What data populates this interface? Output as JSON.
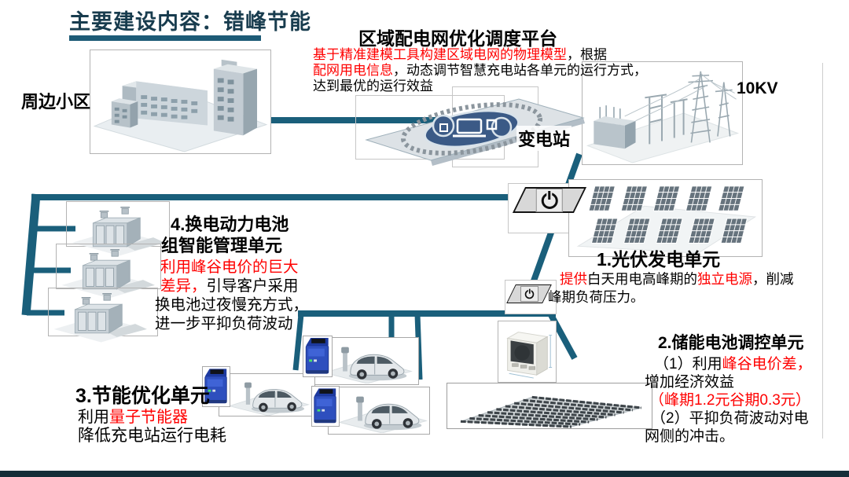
{
  "slide": {
    "title": "主要建设内容：错峰节能"
  },
  "colors": {
    "accent_teal": "#1A5F7B",
    "title_color": "#183C4E",
    "highlight_red": "#FF0000",
    "bottom_bar": "#142E38"
  },
  "labels": {
    "community": "周边小区",
    "substation": "变电站",
    "voltage": "10KV"
  },
  "platform": {
    "heading": "区域配电网优化调度平台",
    "line1": {
      "red": "基于精准建模工具构建区域电网的物理模型",
      "black": "，根据"
    },
    "line2": {
      "red": "配网用电信息",
      "black": "，动态调节智慧充电站各单元的运行方式，"
    },
    "line3": {
      "black": "达到最优的运行效益"
    }
  },
  "unit_pv": {
    "title": "1.光伏发电单元",
    "line1": {
      "red1": "提供",
      "black1": "白天用电高峰期的",
      "red2": "独立电源",
      "black2": "，削减"
    },
    "line2": "峰期负荷压力。"
  },
  "unit_storage": {
    "title": "2.储能电池调控单元",
    "line1": {
      "black": "（1）利用",
      "red": "峰谷电价差，"
    },
    "line2": "增加经济效益",
    "line3_red": "（峰期1.2元谷期0.3元）",
    "line4": "（2）平抑负荷波动对电",
    "line5": "网侧的冲击。"
  },
  "unit_saving": {
    "title": "3.节能优化单元",
    "line1": {
      "black": "利用",
      "red": "量子节能器"
    },
    "line2": "降低充电站运行电耗"
  },
  "unit_swap": {
    "title1": "4.换电动力电池",
    "title2": "组智能管理单元",
    "line1_red": "利用峰谷电价的巨大",
    "line2": {
      "red": "差异，",
      "black": "引导客户采用"
    },
    "line3": "换电池过夜慢充方式，",
    "line4": "进一步平抑负荷波动"
  },
  "icons": {
    "power_button": "power-symbol"
  }
}
